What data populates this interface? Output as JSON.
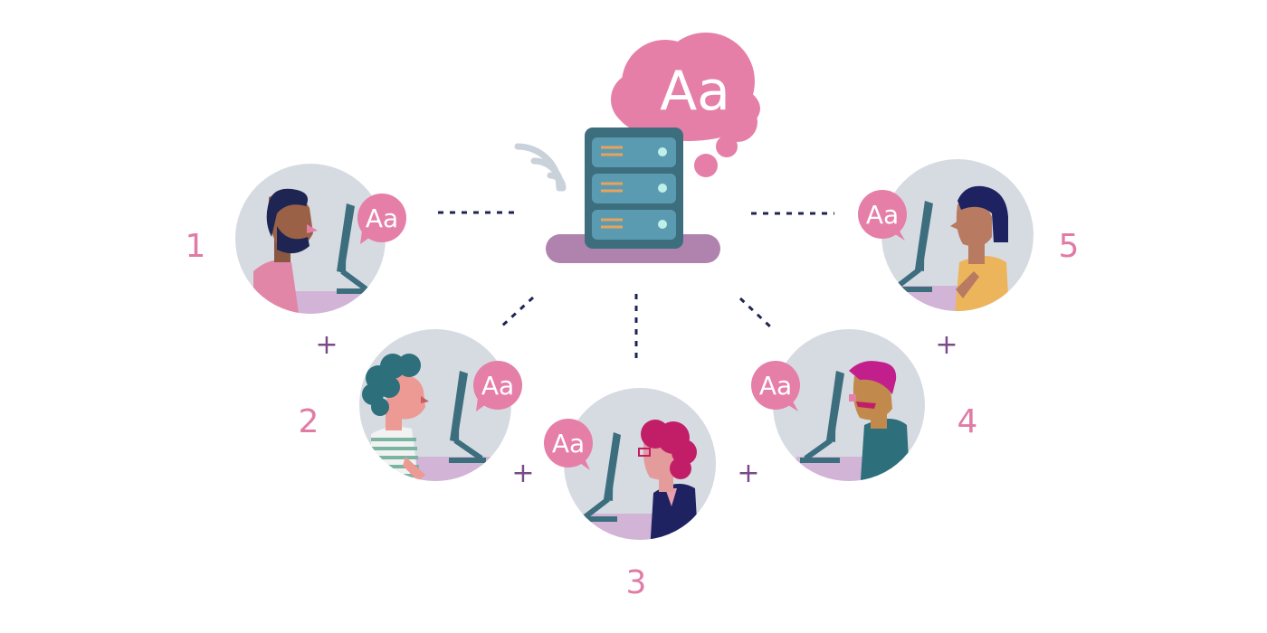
{
  "server": {
    "cloud_label": "Aa"
  },
  "users": [
    {
      "number": "1",
      "bubble": "Aa"
    },
    {
      "number": "2",
      "bubble": "Aa"
    },
    {
      "number": "3",
      "bubble": "Aa"
    },
    {
      "number": "4",
      "bubble": "Aa"
    },
    {
      "number": "5",
      "bubble": "Aa"
    }
  ],
  "connectors": {
    "plus": "+"
  },
  "colors": {
    "pink": "#e57fa8",
    "pink_number": "#e17ba6",
    "circle_bg": "#d6dbe2",
    "server_teal": "#3c6e7e",
    "server_slot": "#5b9bb2",
    "server_base": "#b083ae",
    "navy_dots": "#1f2553",
    "plus_purple": "#7a4a86",
    "wifi_grey": "#c9d1da"
  }
}
